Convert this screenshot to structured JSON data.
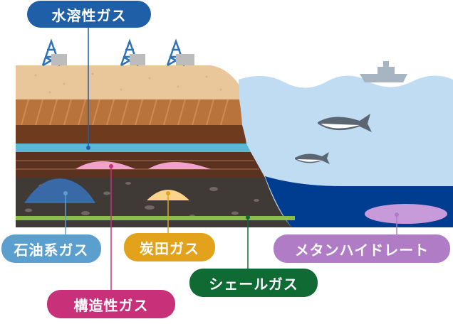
{
  "labels": {
    "water_soluble_gas": "水溶性ガス",
    "oil_associated_gas": "石油系ガス",
    "coal_gas": "炭田ガス",
    "structural_gas": "構造性ガス",
    "shale_gas": "シェールガス",
    "methane_hydrate": "メタンハイドレート"
  },
  "colors": {
    "water_soluble_gas": "#1f5fa8",
    "oil_associated_gas": "#5b9fcf",
    "coal_gas": "#e2a21b",
    "structural_gas": "#c8307a",
    "shale_gas": "#0f6b33",
    "methane_hydrate": "#b07cc6",
    "sea": "#bfdcf2",
    "deep_sea": "#003c8f",
    "sand": "#e9c79a",
    "soil": "#6e3b1f",
    "aquifer": "#5bb7d6",
    "shale_layer": "#8cbd4a",
    "rock": "#3f3a36"
  }
}
